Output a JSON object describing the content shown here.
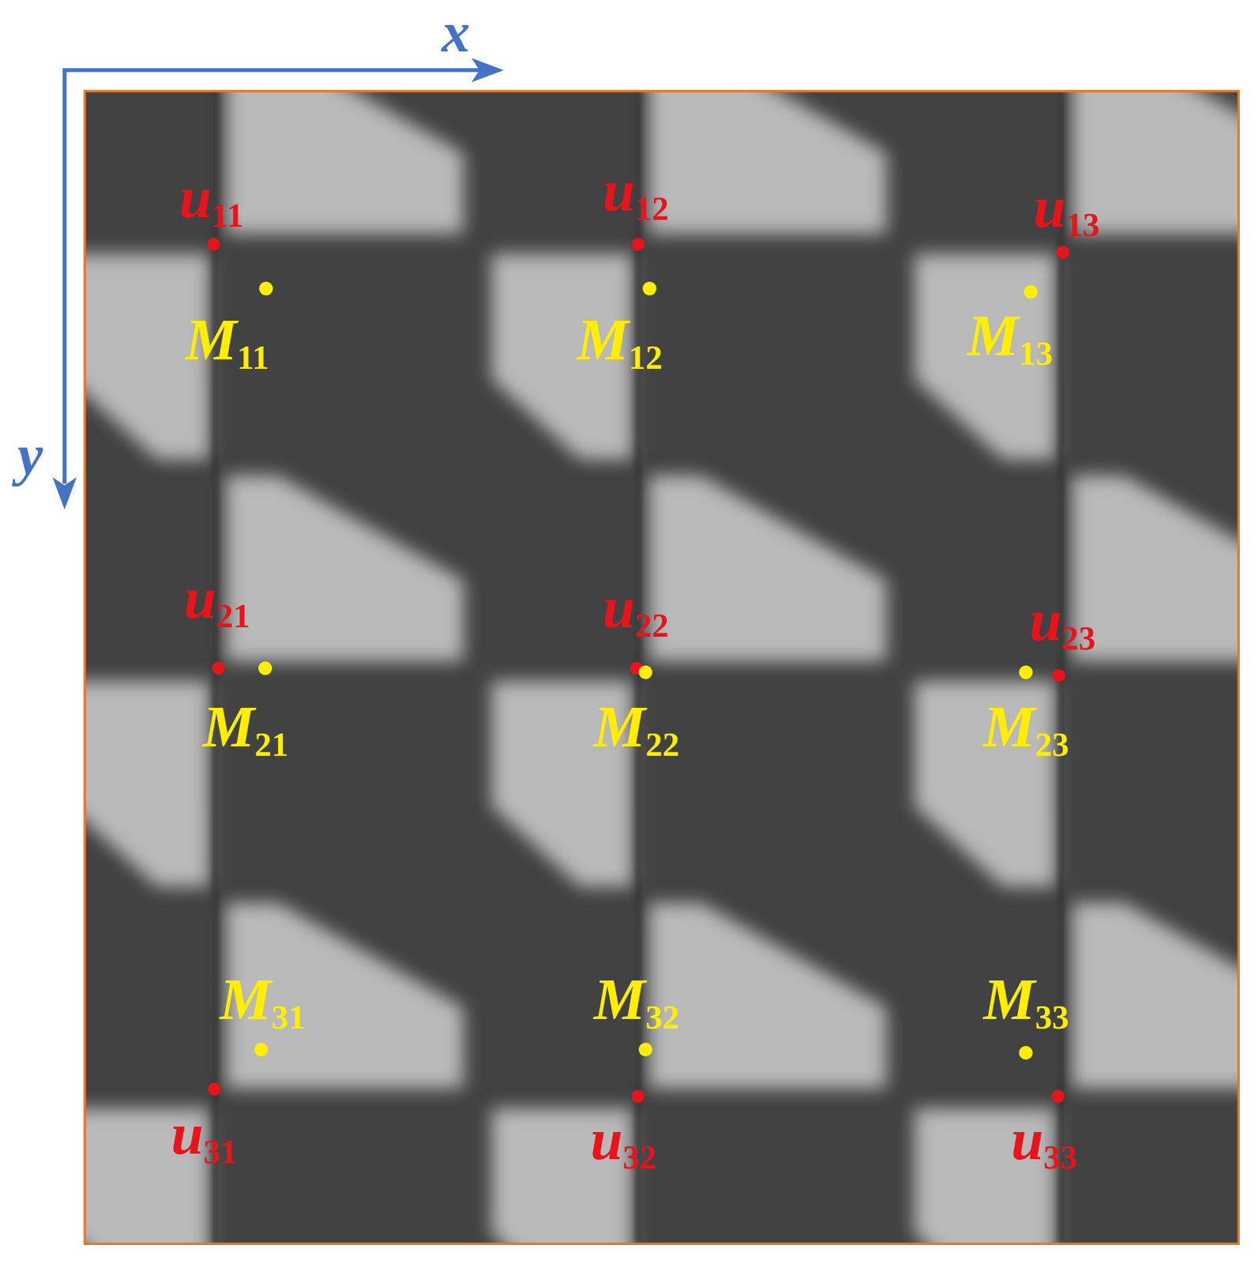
{
  "diagram": {
    "labels": [
      "x",
      "y",
      "u11",
      "u12",
      "u13",
      "M11",
      "M12",
      "M13",
      "u21",
      "u22",
      "u23",
      "M21",
      "M22",
      "M23",
      "M31",
      "M32",
      "M33",
      "u31",
      "u32",
      "u33"
    ]
  }
}
